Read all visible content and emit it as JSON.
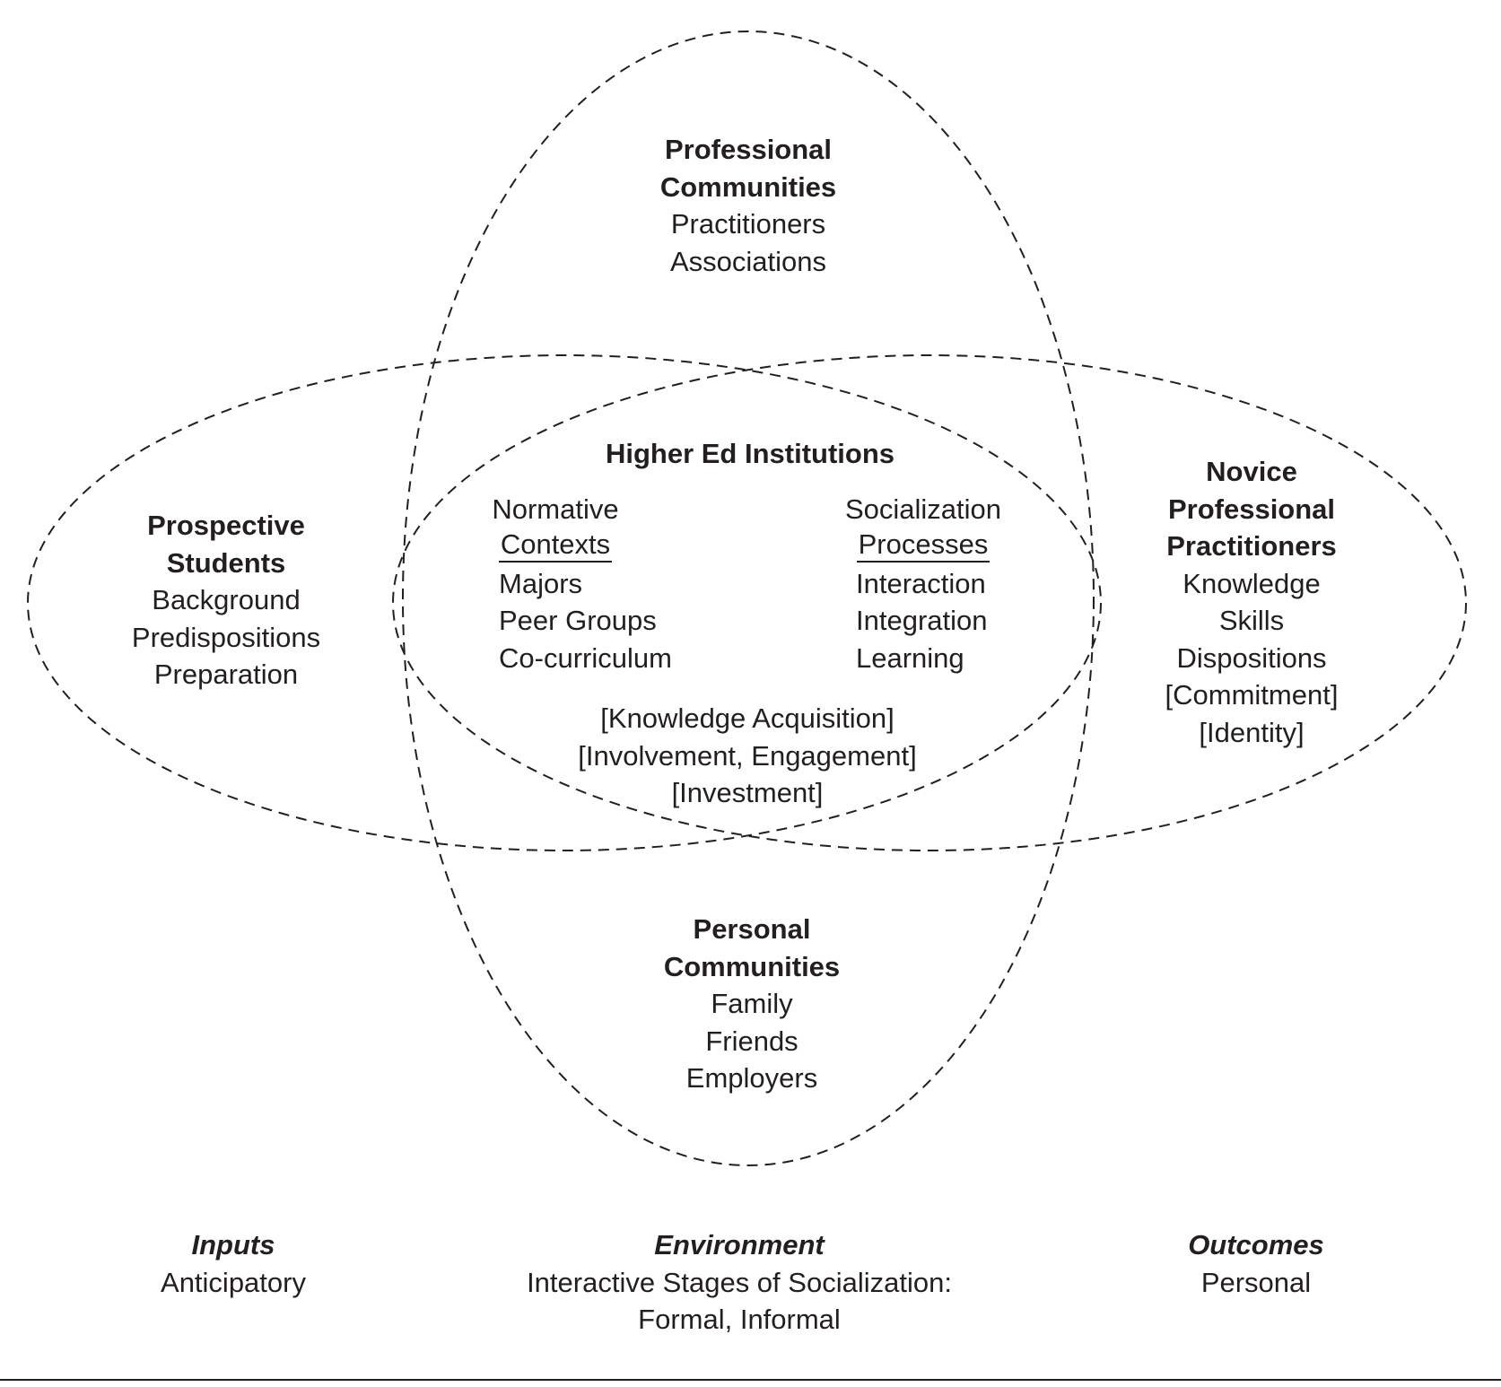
{
  "professional_communities": {
    "title": [
      "Professional",
      "Communities"
    ],
    "items": [
      "Practitioners",
      "Associations"
    ]
  },
  "higher_ed": {
    "title": "Higher Ed Institutions",
    "normative": {
      "heading": [
        "Normative",
        "Contexts"
      ],
      "items": [
        "Majors",
        "Peer Groups",
        "Co-curriculum"
      ]
    },
    "socialization": {
      "heading": [
        "Socialization",
        "Processes"
      ],
      "items": [
        "Interaction",
        "Integration",
        "Learning"
      ]
    },
    "core": [
      "[Knowledge Acquisition]",
      "[Involvement, Engagement]",
      "[Investment]"
    ]
  },
  "prospective_students": {
    "title": [
      "Prospective",
      "Students"
    ],
    "items": [
      "Background",
      "Predispositions",
      "Preparation"
    ]
  },
  "novice_practitioners": {
    "title": [
      "Novice",
      "Professional",
      "Practitioners"
    ],
    "items": [
      "Knowledge",
      "Skills",
      "Dispositions",
      "[Commitment]",
      "[Identity]"
    ]
  },
  "personal_communities": {
    "title": [
      "Personal",
      "Communities"
    ],
    "items": [
      "Family",
      "Friends",
      "Employers"
    ]
  },
  "footer": {
    "inputs": {
      "title": "Inputs",
      "lines": [
        "Anticipatory"
      ]
    },
    "environment": {
      "title": "Environment",
      "lines": [
        "Interactive Stages of Socialization:",
        "Formal, Informal"
      ]
    },
    "outcomes": {
      "title": "Outcomes",
      "lines": [
        "Personal"
      ]
    }
  }
}
